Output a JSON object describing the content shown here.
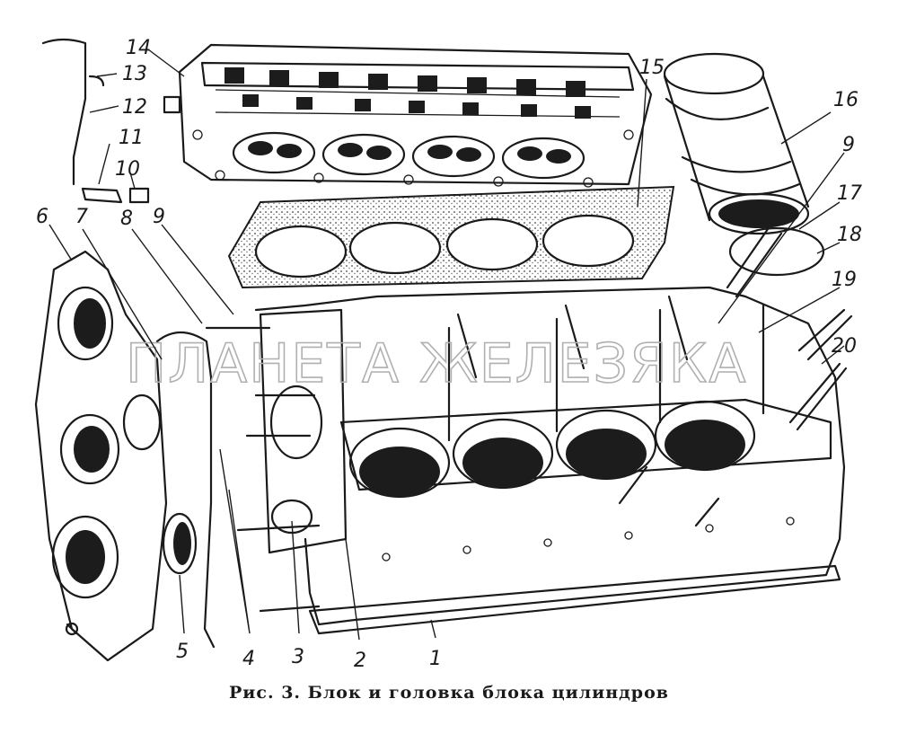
{
  "figure": {
    "caption": "Рис. 3. Блок и головка блока цилиндров",
    "watermark": "ПЛАНЕТА ЖЕЛЕЗЯКА",
    "callouts": [
      "14",
      "13",
      "12",
      "11",
      "10",
      "15",
      "16",
      "9",
      "17",
      "18",
      "6",
      "7",
      "8",
      "9",
      "19",
      "20",
      "5",
      "4",
      "3",
      "2",
      "1"
    ]
  }
}
